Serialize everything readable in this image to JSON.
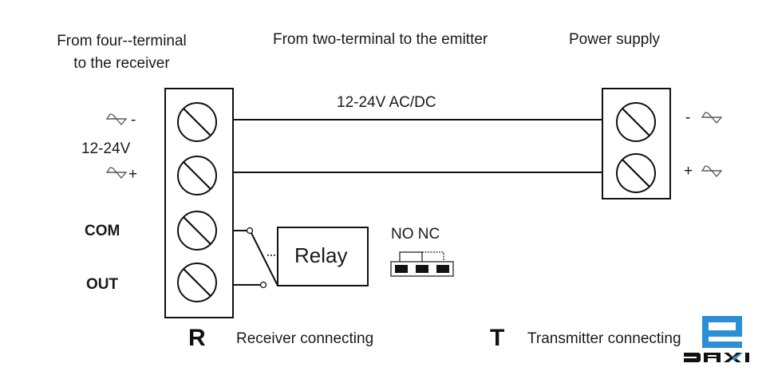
{
  "headers": {
    "receiver_side": [
      "From four--terminal",
      "to the receiver"
    ],
    "emitter_side": "From two-terminal to the emitter",
    "power_supply": "Power supply"
  },
  "wire_label": "12-24V AC/DC",
  "receiver_terminals": {
    "labels": {
      "minus": "-",
      "voltage": "12-24V",
      "plus": "+",
      "com": "COM",
      "out": "OUT"
    },
    "count": 4
  },
  "power_terminals": {
    "labels": {
      "minus": "-",
      "plus": "+"
    },
    "count": 2
  },
  "relay": {
    "label": "Relay",
    "jumper_labels": "NO NC"
  },
  "footer": {
    "receiver_letter": "R",
    "receiver_text": "Receiver connecting",
    "transmitter_letter": "T",
    "transmitter_text": "Transmitter connecting"
  },
  "logo": {
    "text": "DAXI",
    "brand_color": "#2b8fd6"
  },
  "icons": {
    "ac_dc_symbol": "ac-dc-icon",
    "screw_terminal": "screw-terminal-icon"
  }
}
